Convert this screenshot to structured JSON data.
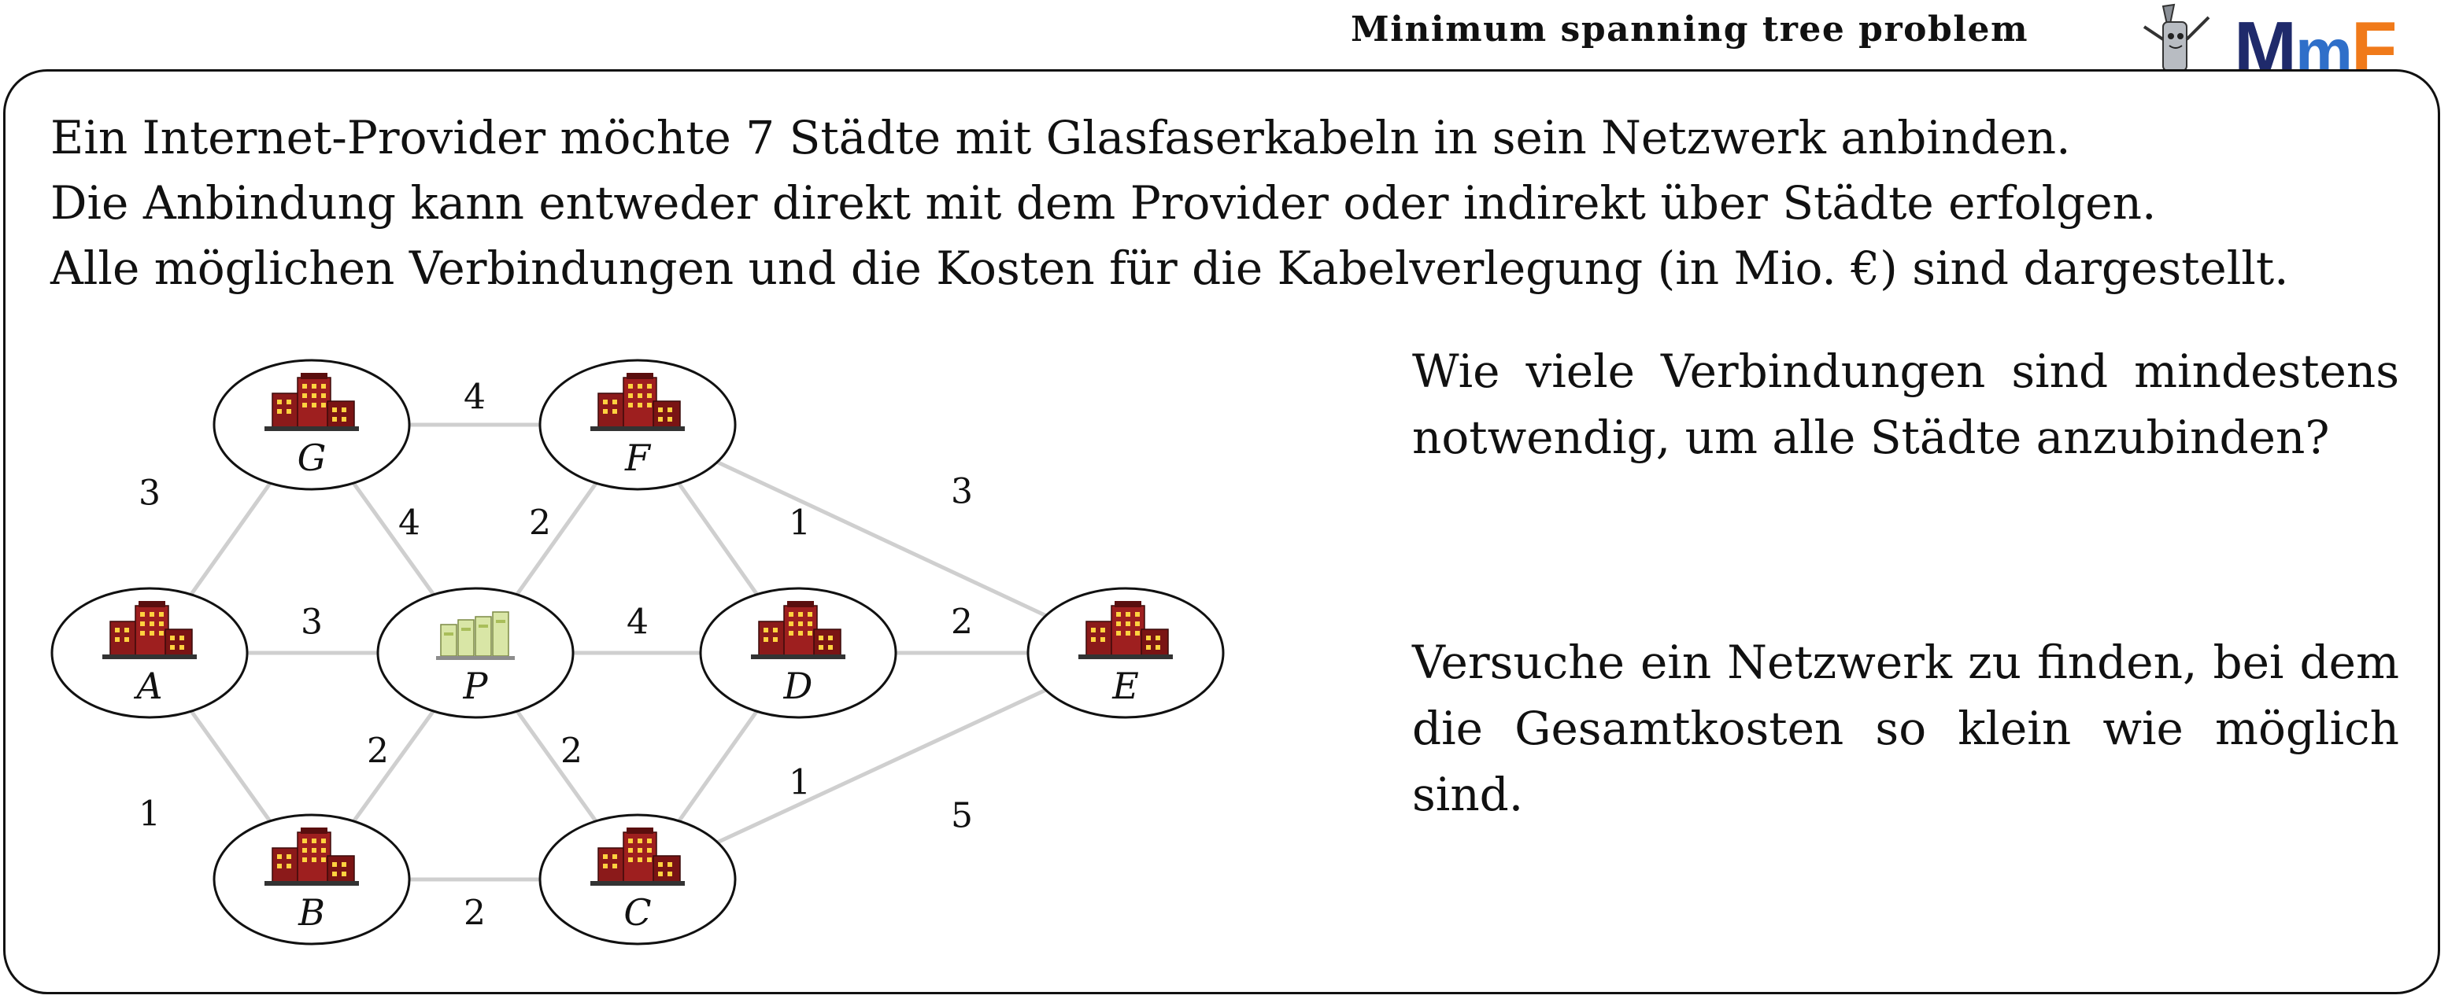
{
  "header": {
    "title": "Minimum spanning tree problem",
    "logo_m": "M",
    "logo_small_m": "m",
    "logo_f": "F"
  },
  "intro": [
    "Ein Internet-Provider möchte 7 Städte mit Glasfaserkabeln in sein Netzwerk anbinden.",
    "Die Anbindung kann entweder direkt mit dem Provider oder indirekt über Städte erfolgen.",
    "Alle möglichen Verbindungen und die Kosten für die Kabelverlegung (in Mio. €) sind dargestellt."
  ],
  "questions": [
    "Wie viele Verbindungen sind mindestens notwendig, um alle Städte anzubinden?",
    "Versuche ein Netzwerk zu finden, bei dem die Gesamtkosten so klein wie möglich sind."
  ],
  "graph": {
    "nodes": [
      {
        "id": "G",
        "label": "G",
        "icon": "city-icon"
      },
      {
        "id": "F",
        "label": "F",
        "icon": "city-icon"
      },
      {
        "id": "A",
        "label": "A",
        "icon": "city-icon"
      },
      {
        "id": "P",
        "label": "P",
        "icon": "server-icon"
      },
      {
        "id": "D",
        "label": "D",
        "icon": "city-icon"
      },
      {
        "id": "E",
        "label": "E",
        "icon": "city-icon"
      },
      {
        "id": "B",
        "label": "B",
        "icon": "city-icon"
      },
      {
        "id": "C",
        "label": "C",
        "icon": "city-icon"
      }
    ],
    "edges": [
      {
        "from": "G",
        "to": "F",
        "weight": "4"
      },
      {
        "from": "A",
        "to": "G",
        "weight": "3"
      },
      {
        "from": "G",
        "to": "P",
        "weight": "4"
      },
      {
        "from": "F",
        "to": "P",
        "weight": "2"
      },
      {
        "from": "F",
        "to": "D",
        "weight": "1"
      },
      {
        "from": "F",
        "to": "E",
        "weight": "3"
      },
      {
        "from": "A",
        "to": "P",
        "weight": "3"
      },
      {
        "from": "P",
        "to": "D",
        "weight": "4"
      },
      {
        "from": "D",
        "to": "E",
        "weight": "2"
      },
      {
        "from": "A",
        "to": "B",
        "weight": "1"
      },
      {
        "from": "P",
        "to": "B",
        "weight": "2"
      },
      {
        "from": "P",
        "to": "C",
        "weight": "2"
      },
      {
        "from": "D",
        "to": "C",
        "weight": "1"
      },
      {
        "from": "C",
        "to": "E",
        "weight": "5"
      },
      {
        "from": "B",
        "to": "C",
        "weight": "2"
      }
    ]
  }
}
